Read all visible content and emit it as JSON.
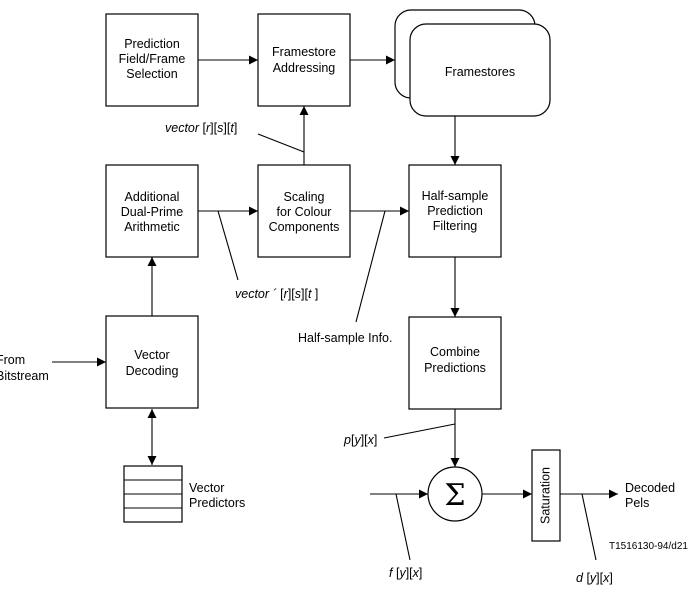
{
  "blocks": {
    "prediction_selection": [
      "Prediction",
      "Field/Frame",
      "Selection"
    ],
    "framestore_addressing": [
      "Framestore",
      "Addressing"
    ],
    "framestores": "Framestores",
    "dual_prime": [
      "Additional",
      "Dual-Prime",
      "Arithmetic"
    ],
    "scaling": [
      "Scaling",
      "for Colour",
      "Components"
    ],
    "half_sample_filter": [
      "Half-sample",
      "Prediction",
      "Filtering"
    ],
    "vector_decoding": [
      "Vector",
      "Decoding"
    ],
    "combine": [
      "Combine",
      "Predictions"
    ],
    "saturation": "Saturation",
    "sum_symbol": "Σ"
  },
  "labels": {
    "vector_rsf": {
      "v": "vector ",
      "b1": "[",
      "r": "r",
      "b2": "][",
      "s": "s",
      "b3": "][",
      "t": "t",
      "b4": "]"
    },
    "vector_prime": {
      "v": "vector ´ ",
      "b1": "[",
      "r": "r",
      "b2": "][",
      "s": "s",
      "b3": "][",
      "t": "t ",
      "b4": "]"
    },
    "half_sample_info": "Half-sample Info.",
    "from_bitstream": [
      "From",
      "Bitstream"
    ],
    "vector_predictors": [
      "Vector",
      "Predictors"
    ],
    "p_yx": {
      "p": "p",
      "b1": "[",
      "y": "y",
      "b2": "][",
      "x": "x",
      "b3": "]"
    },
    "f_yx": {
      "f": "f ",
      "b1": "[",
      "y": "y",
      "b2": "][",
      "x": "x",
      "b3": "]"
    },
    "d_yx": {
      "d": "d ",
      "b1": "[",
      "y": "y",
      "b2": "][",
      "x": "x",
      "b3": "]"
    },
    "decoded_pels": [
      "Decoded",
      "Pels"
    ],
    "figure_id": "T1516130-94/d21"
  }
}
